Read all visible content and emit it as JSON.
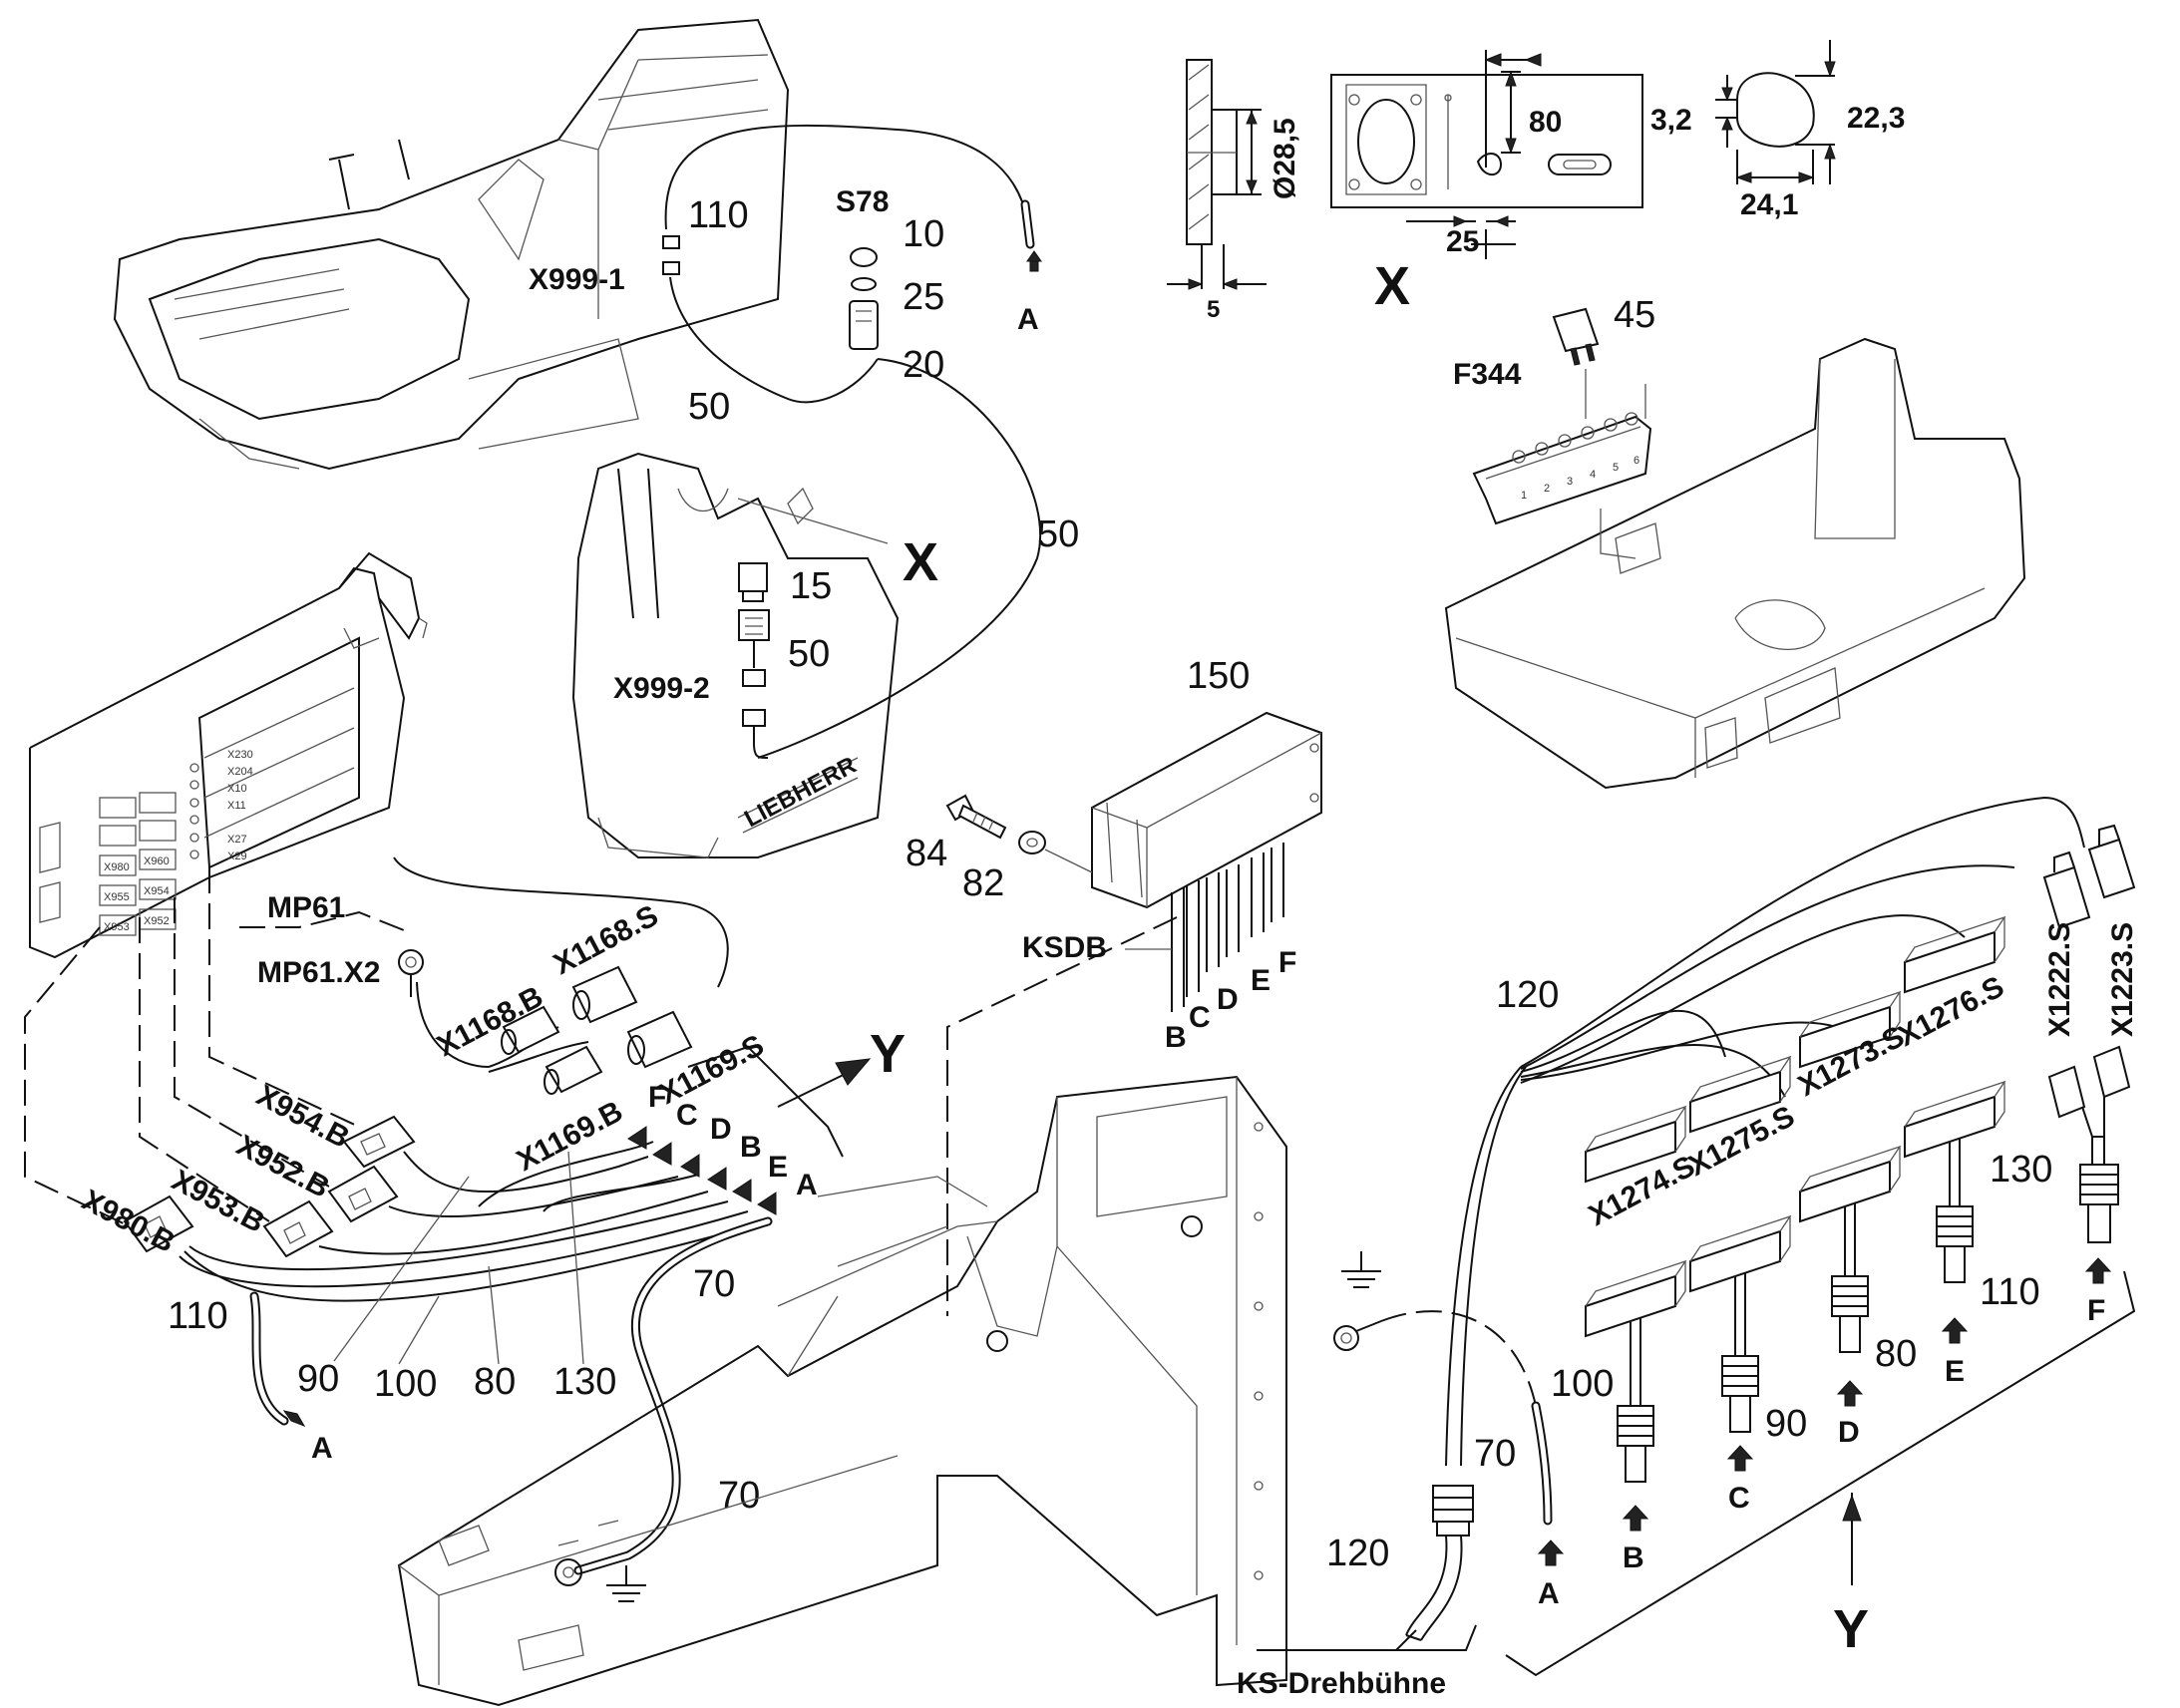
{
  "labels": {
    "n110a": "110",
    "x9991": "X999-1",
    "s78": "S78",
    "n10": "10",
    "n25": "25",
    "n20": "20",
    "n50a": "50",
    "n50b": "50",
    "n50c": "50",
    "n15": "15",
    "xA": "X",
    "x9992": "X999-2",
    "arrA_top": "A",
    "d285": "Ø28,5",
    "d5": "5",
    "xB": "X",
    "d80": "80",
    "d25": "25",
    "d32": "3,2",
    "d223": "22,3",
    "d241": "24,1",
    "n45": "45",
    "f344": "F344",
    "n150": "150",
    "n84": "84",
    "n82": "82",
    "ksdb": "KSDB",
    "kB": "B",
    "kC": "C",
    "kD": "D",
    "kE": "E",
    "kF": "F",
    "mp61": "MP61",
    "mp61x2": "MP61.X2",
    "x1168b": "X1168.B",
    "x1168s": "X1168.S",
    "x1169s": "X1169.S",
    "x1169b": "X1169.B",
    "yA": "Y",
    "x954b": "X954.B",
    "x952b": "X952.B",
    "x953b": "X953.B",
    "x980b": "X980.B",
    "aF": "F",
    "aC": "C",
    "aD": "D",
    "aB": "B",
    "aE": "E",
    "aA": "A",
    "n110b": "110",
    "arrA_bot": "A",
    "n90": "90",
    "n100": "100",
    "n80": "80",
    "n130": "130",
    "n70a": "70",
    "n70b": "70",
    "n120a": "120",
    "x1222s": "X1222.S",
    "x1223s": "X1223.S",
    "x1273s": "X1273.S",
    "x1276s": "X1276.S",
    "x1274s": "X1274.S",
    "x1275s": "X1275.S",
    "n130r": "130",
    "n110r": "110",
    "n80r": "80",
    "n90r": "90",
    "n100r": "100",
    "n70r": "70",
    "n120b": "120",
    "rA": "A",
    "rB": "B",
    "rC": "C",
    "rD": "D",
    "rE": "E",
    "rF": "F",
    "yB": "Y",
    "ksdreh": "KS-Drehbühne"
  },
  "panel_tags": {
    "t1": "X980",
    "t2": "X960",
    "t3": "X955",
    "t4": "X954",
    "t5": "X953",
    "t6": "X952",
    "s1": "X230",
    "s2": "X204",
    "s3": "X10",
    "s4": "X11",
    "s5": "X27",
    "s6": "X29"
  },
  "fuse_positions": {
    "p1": "1",
    "p2": "2",
    "p3": "3",
    "p4": "4",
    "p5": "5",
    "p6": "6"
  },
  "logo": "LIEBHERR"
}
